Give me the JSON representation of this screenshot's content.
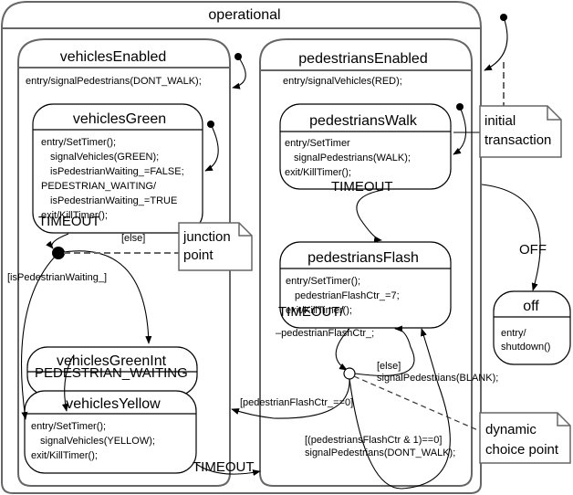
{
  "diagram": {
    "type": "UML state machine",
    "states": {
      "operational": {
        "name": "operational"
      },
      "vehiclesEnabled": {
        "name": "vehiclesEnabled",
        "actions": [
          "entry/signalPedestrians(DONT_WALK);"
        ]
      },
      "vehiclesGreen": {
        "name": "vehiclesGreen",
        "actions": [
          "entry/SetTimer();",
          "  signalVehicles(GREEN);",
          "  isPedestrianWaiting_=FALSE;",
          "PEDESTRIAN_WAITING/",
          "  isPedestrianWaiting_=TRUE",
          "exit/KillTimer();"
        ]
      },
      "vehiclesGreenInt": {
        "name": "vehiclesGreenInt",
        "actions": []
      },
      "vehiclesYellow": {
        "name": "vehiclesYellow",
        "actions": [
          "entry/SetTimer();",
          "  signalVehicles(YELLOW);",
          "exit/KillTimer();"
        ]
      },
      "pedestriansEnabled": {
        "name": "pedestriansEnabled",
        "actions": [
          "entry/signalVehicles(RED);"
        ]
      },
      "pedestriansWalk": {
        "name": "pedestriansWalk",
        "actions": [
          "entry/SetTimer",
          "  signalPedestrians(WALK);",
          "exit/KillTimer();"
        ]
      },
      "pedestriansFlash": {
        "name": "pedestriansFlash",
        "actions": [
          "entry/SetTimer();",
          "  pedestrianFlashCtr_=7;",
          "exit/KillTimer();"
        ]
      },
      "off": {
        "name": "off",
        "actions": [
          "entry/",
          "shutdown()"
        ]
      }
    },
    "transitions": {
      "green_timeout": "TIMEOUT",
      "else_guard": "[else]",
      "ped_waiting_guard": "[isPedestrianWaiting_]",
      "greenint_event": "PEDESTRIAN_WAITING",
      "yellow_timeout": "TIMEOUT",
      "walk_timeout": "TIMEOUT",
      "flash_timeout_1": "TIMEOUT/",
      "flash_timeout_2": "–pedestrianFlashCtr_;",
      "choice_else_1": "[else]",
      "choice_else_2": "signalPedestrians(BLANK);",
      "choice_zero": "[pedestrianFlashCtr_==0]",
      "choice_even_1": "[(pedestriansFlashCtr & 1)==0]",
      "choice_even_2": "signalPedestrians(DONT_WALK);",
      "off_event": "OFF"
    },
    "notes": {
      "initial": [
        "initial",
        "transaction"
      ],
      "junction": [
        "junction",
        "point"
      ],
      "choice": [
        "dynamic",
        "choice point"
      ]
    }
  }
}
